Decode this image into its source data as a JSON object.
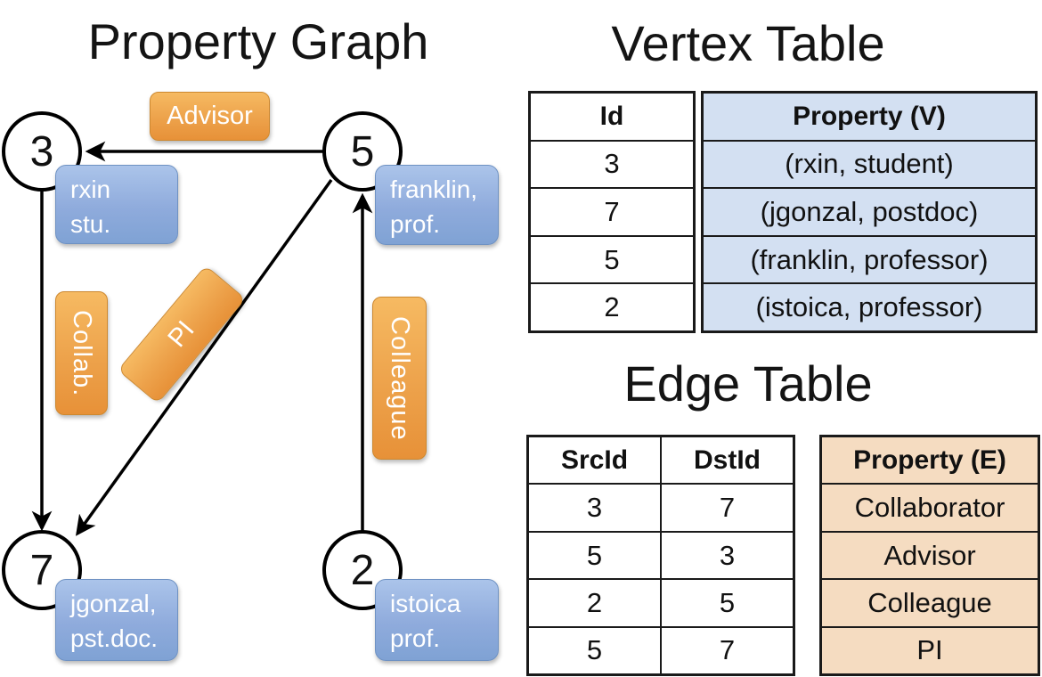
{
  "graph": {
    "title": "Property Graph",
    "nodes": [
      {
        "id": "3",
        "line1": "rxin",
        "line2": "stu."
      },
      {
        "id": "5",
        "line1": "franklin,",
        "line2": "prof."
      },
      {
        "id": "7",
        "line1": "jgonzal,",
        "line2": "pst.doc."
      },
      {
        "id": "2",
        "line1": "istoica",
        "line2": "prof."
      }
    ],
    "edge_labels": {
      "advisor": "Advisor",
      "collab": "Collab.",
      "pi": "PI",
      "colleague": "Colleague"
    }
  },
  "vertex_table": {
    "title": "Vertex Table",
    "col_id": "Id",
    "col_property": "Property (V)",
    "rows": [
      [
        "3",
        "(rxin, student)"
      ],
      [
        "7",
        "(jgonzal, postdoc)"
      ],
      [
        "5",
        "(franklin, professor)"
      ],
      [
        "2",
        "(istoica, professor)"
      ]
    ]
  },
  "edge_table": {
    "title": "Edge Table",
    "col_src": "SrcId",
    "col_dst": "DstId",
    "col_property": "Property (E)",
    "rows": [
      [
        "3",
        "7",
        "Collaborator"
      ],
      [
        "5",
        "3",
        "Advisor"
      ],
      [
        "2",
        "5",
        "Colleague"
      ],
      [
        "5",
        "7",
        "PI"
      ]
    ]
  },
  "colors": {
    "edge_label_fill": "#eda24b",
    "vertex_label_fill": "#8fabdc",
    "vertex_property_bg": "#d3e0f2",
    "edge_property_bg": "#f5dcc1",
    "line": "#000000"
  }
}
